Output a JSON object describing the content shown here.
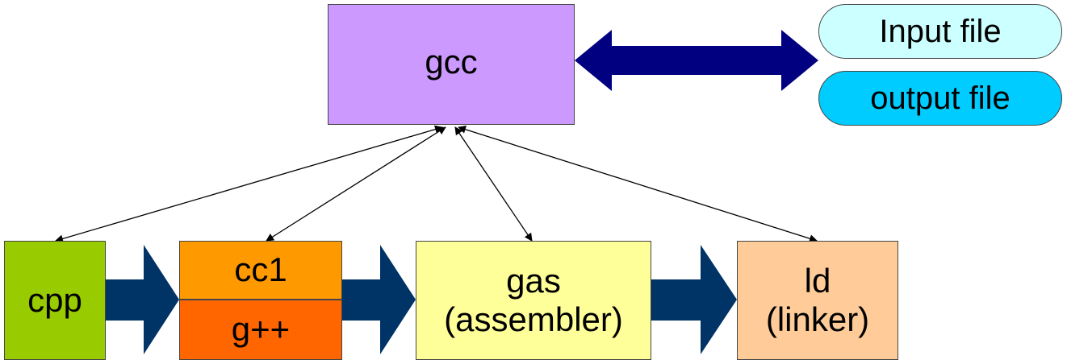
{
  "nodes": {
    "gcc": {
      "label": "gcc",
      "color": "#cc99ff"
    },
    "input_file": {
      "label": "Input file",
      "color": "#ccffff"
    },
    "output_file": {
      "label": "output file",
      "color": "#00ccff"
    },
    "cpp": {
      "label": "cpp",
      "color": "#99cc00"
    },
    "cc1": {
      "label": "cc1",
      "color": "#ff9900"
    },
    "gpp": {
      "label": "g++",
      "color": "#ff6600"
    },
    "gas": {
      "line1": "gas",
      "line2": "(assembler)",
      "color": "#ffff99"
    },
    "ld": {
      "line1": "ld",
      "line2": "(linker)",
      "color": "#ffcc99"
    }
  },
  "colors": {
    "border": "#444444",
    "big_arrow": "#000080",
    "flow_arrow": "#003366",
    "thin_arrow": "#000000"
  },
  "edges": [
    {
      "from": "gcc",
      "to": "cpp",
      "style": "thin-double-arrow"
    },
    {
      "from": "gcc",
      "to": "cc1",
      "style": "thin-double-arrow"
    },
    {
      "from": "gcc",
      "to": "gas",
      "style": "thin-double-arrow"
    },
    {
      "from": "gcc",
      "to": "ld",
      "style": "thin-double-arrow"
    },
    {
      "from": "gcc",
      "to": "input_file/output_file",
      "style": "thick-double-arrow"
    },
    {
      "from": "cpp",
      "to": "cc1",
      "style": "thick-flow-arrow"
    },
    {
      "from": "cc1",
      "to": "gas",
      "style": "thick-flow-arrow"
    },
    {
      "from": "gas",
      "to": "ld",
      "style": "thick-flow-arrow"
    }
  ]
}
